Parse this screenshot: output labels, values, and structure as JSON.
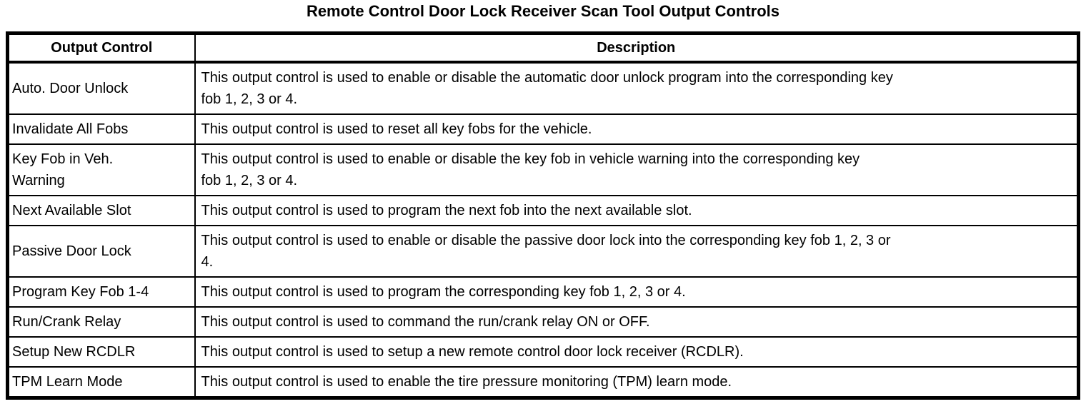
{
  "title": "Remote Control Door Lock Receiver Scan Tool Output Controls",
  "table": {
    "columns": [
      "Output Control",
      "Description"
    ],
    "rows": [
      {
        "control": "Auto. Door Unlock",
        "description": "This output control is used to enable or disable the automatic door unlock program into the corresponding key\nfob 1, 2, 3 or 4."
      },
      {
        "control": "Invalidate All Fobs",
        "description": "This output control is used to reset all key fobs for the vehicle."
      },
      {
        "control": "Key Fob in Veh.\nWarning",
        "description": "This output control is used to enable or disable the key fob in vehicle warning into the corresponding key\nfob 1, 2, 3 or 4."
      },
      {
        "control": "Next Available Slot",
        "description": "This output control is used to program the next fob into the next available slot."
      },
      {
        "control": "Passive Door Lock",
        "description": "This output control is used to enable or disable the passive door lock into the corresponding key fob 1, 2, 3 or\n4."
      },
      {
        "control": "Program Key Fob 1-4",
        "description": "This output control is used to program the corresponding key fob 1, 2, 3 or 4."
      },
      {
        "control": "Run/Crank Relay",
        "description": "This output control is used to command the run/crank relay ON or OFF."
      },
      {
        "control": "Setup New RCDLR",
        "description": "This output control is used to setup a new remote control door lock receiver (RCDLR)."
      },
      {
        "control": "TPM Learn Mode",
        "description": "This output control is used to enable the tire pressure monitoring (TPM) learn mode."
      }
    ]
  }
}
